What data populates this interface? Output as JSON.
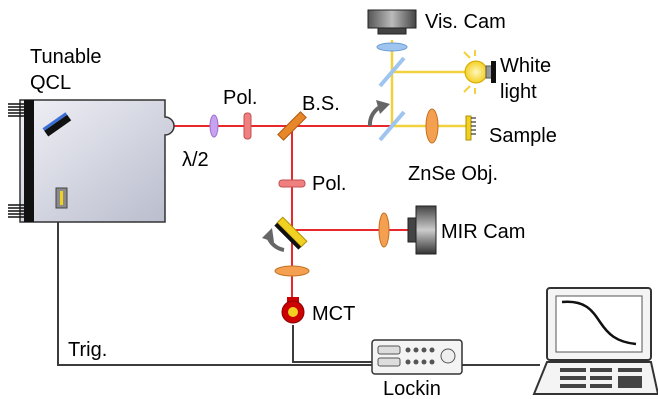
{
  "labels": {
    "qcl_line1": "Tunable",
    "qcl_line2": "QCL",
    "vis_cam": "Vis. Cam",
    "white_line1": "White",
    "white_line2": "light",
    "sample": "Sample",
    "znse": "ZnSe Obj.",
    "bs": "B.S.",
    "pol_top": "Pol.",
    "pol_mid": "Pol.",
    "half_wave": "λ/2",
    "mir_cam": "MIR Cam",
    "mct": "MCT",
    "trig": "Trig.",
    "lockin": "Lockin"
  },
  "colors": {
    "laser": "#e8282c",
    "visible": "#f2d23c",
    "qcl_body": "#d9dbe8",
    "wire": "#3c3c3c",
    "polarizer": "#f08080",
    "half_wave": "#c8a2f0",
    "beamsplitter": "#e8862a",
    "lens_orange": "#f5a050",
    "lens_blue": "#9ec4f0",
    "mirror_yellow": "#f0d020",
    "mct_body": "#cc0000"
  }
}
